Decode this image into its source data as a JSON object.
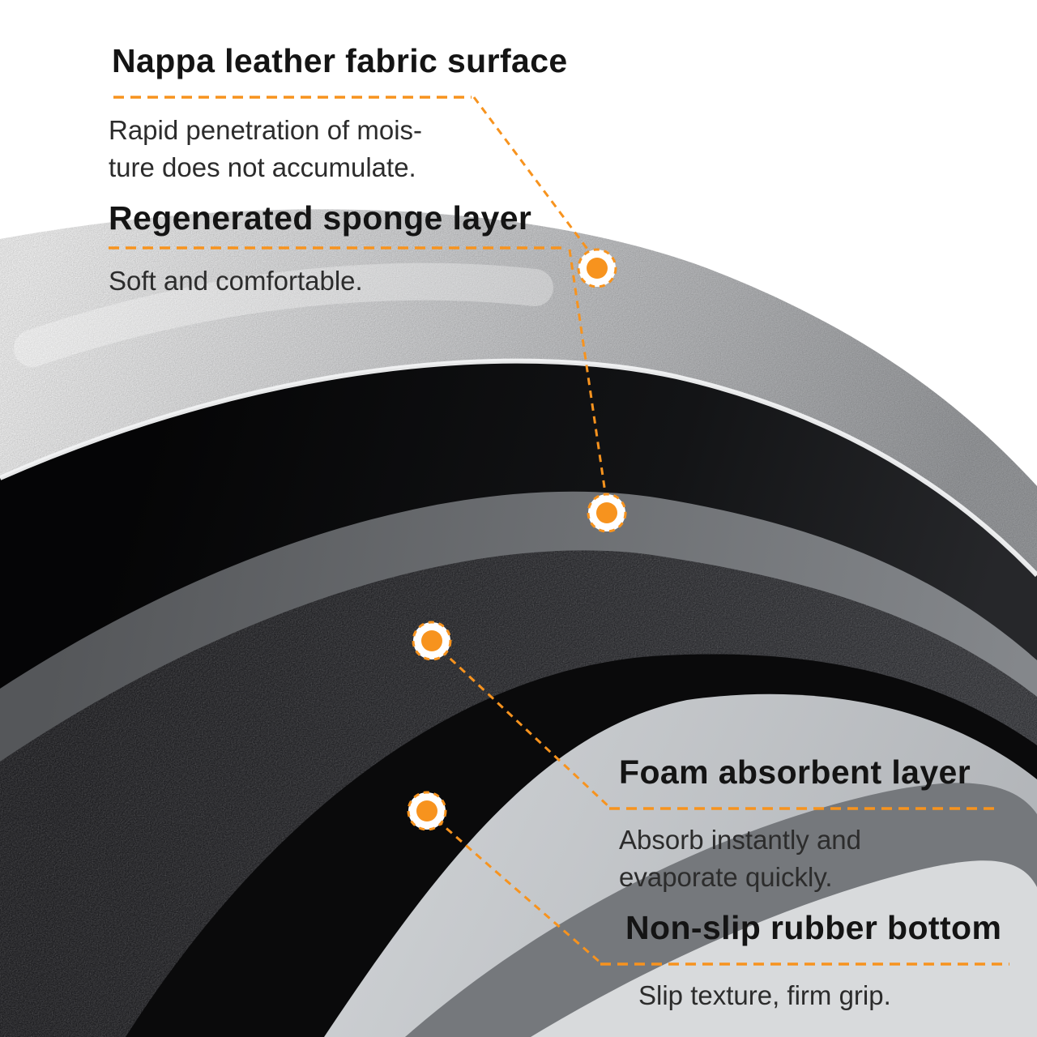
{
  "title": "Bath mat layer structure infographic",
  "colors": {
    "accent_orange": "#f7931e",
    "heading_text": "#141414",
    "body_text": "#2c2c2c",
    "fabric_gray": "#c9cacc",
    "black_layer": "#0d0d0f",
    "mid_gray_layer": "#6e7072",
    "foam_charcoal": "#232326",
    "underside_gray": "#c3c6ca",
    "background": "#ffffff"
  },
  "annotations": [
    {
      "heading": "Nappa leather fabric surface",
      "body": "Rapid penetration of mois-\nture does not accumulate."
    },
    {
      "heading": "Regenerated sponge layer",
      "body": "Soft and comfortable."
    },
    {
      "heading": "Foam absorbent layer",
      "body": "Absorb instantly and\nevaporate quickly."
    },
    {
      "heading": "Non-slip rubber bottom",
      "body": "Slip texture, firm grip."
    }
  ],
  "illustration": {
    "marker_count": 4
  }
}
